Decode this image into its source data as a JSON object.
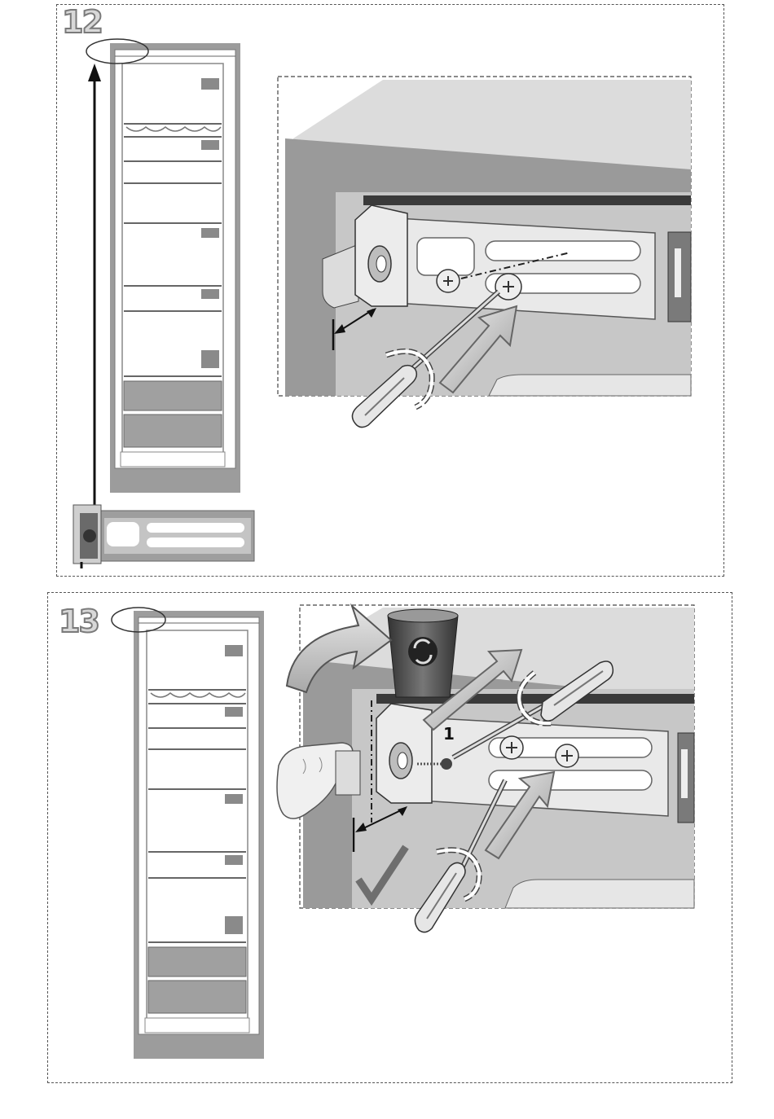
{
  "steps": [
    {
      "number": "12"
    },
    {
      "number": "13"
    }
  ],
  "callout": {
    "label": "1"
  },
  "icons": {
    "appliance": "fridge-column-icon",
    "arrow": "up-arrow-icon",
    "tool": "screwdriver-icon",
    "rotation": "rotation-arrow-icon",
    "hand": "hand-icon",
    "bin": "recycle-bin-icon",
    "ok": "check-mark-icon"
  }
}
